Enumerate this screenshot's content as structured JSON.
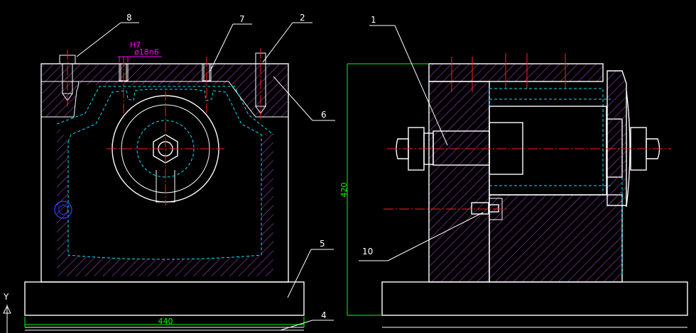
{
  "part_labels": [
    "1",
    "2",
    "4",
    "5",
    "6",
    "7",
    "8",
    "10"
  ],
  "dimensions": {
    "width": "440",
    "height": "420",
    "fit_tolerance": "H7",
    "fit_diameter": "ø18n6"
  },
  "axis_label": "Y",
  "colors": {
    "background": "#000000",
    "outline": "#ffffff",
    "hidden_line": "#00e5ff",
    "center_line": "#ff2020",
    "dimension": "#00ff00",
    "hatch": "#b040d0",
    "annotation": "#ff00ff"
  }
}
